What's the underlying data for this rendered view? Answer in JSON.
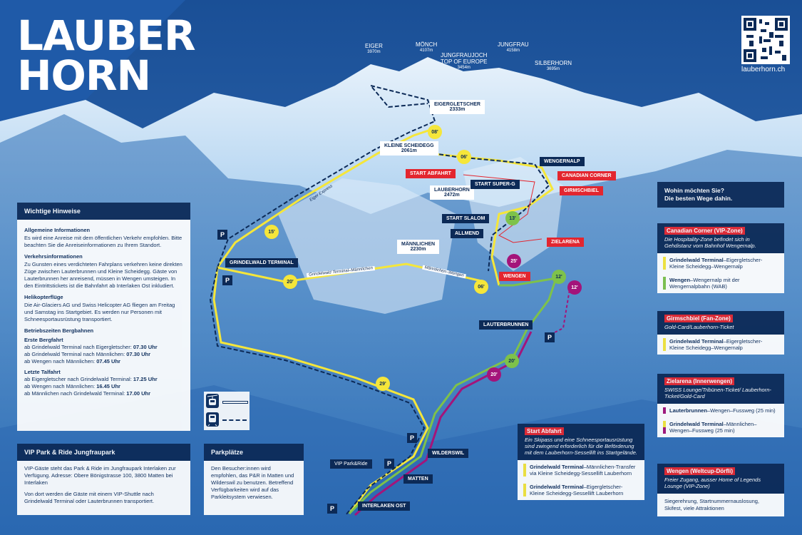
{
  "logo": {
    "line1": "LAUBER",
    "line2": "HORN"
  },
  "url": "lauberhorn.ch",
  "peaks": [
    {
      "name": "EIGER",
      "alt": "3970m"
    },
    {
      "name": "MÖNCH",
      "alt": "4107m"
    },
    {
      "name": "JUNGFRAUJOCH",
      "name2": "TOP OF EUROPE",
      "alt": "3454m"
    },
    {
      "name": "JUNGFRAU",
      "alt": "4158m"
    },
    {
      "name": "SILBERHORN",
      "alt": "3695m"
    }
  ],
  "stations": {
    "eigergletscher": "EIGERGLETSCHER",
    "eigergletscher_alt": "2333m",
    "kleine_scheidegg": "KLEINE SCHEIDEGG",
    "kleine_scheidegg_alt": "2061m",
    "lauberhorn": "LAUBERHORN",
    "lauberhorn_alt": "2472m",
    "maennlichen": "MÄNNLICHEN",
    "maennlichen_alt": "2230m",
    "wengernalp": "WENGERNALP",
    "start_superg": "START SUPER-G",
    "start_slalom": "START SLALOM",
    "allmend": "ALLMEND",
    "grindelwald": "GRINDELWALD TERMINAL",
    "lauterbrunnen": "LAUTERBRUNNEN",
    "wilderswil": "WILDERSWIL",
    "matten": "MATTEN",
    "interlaken": "INTERLAKEN OST",
    "vip_park": "VIP Park&Ride"
  },
  "red_labels": {
    "start_abfahrt": "START ABFAHRT",
    "canadian": "CANADIAN CORNER",
    "girmschbiel": "GIRMSCHBIEL",
    "zielarena": "ZIELARENA",
    "wengen": "WENGEN"
  },
  "times": [
    "08'",
    "06'",
    "15'",
    "20'",
    "06'",
    "13'",
    "12'",
    "25'",
    "12'",
    "20'",
    "20'",
    "29'"
  ],
  "route_labels": {
    "eiger_express": "Eiger Express",
    "gt_maennlichen": "Grindelwald Terminal–Männlichen",
    "maennlichen_wengen": "Männlichen–Wengen"
  },
  "parking": "P",
  "hinweise": {
    "title": "Wichtige Hinweise",
    "s1_title": "Allgemeine Informationen",
    "s1_text": "Es wird eine Anreise mit dem öffentlichen Verkehr empfohlen. Bitte beachten Sie die Anreiseinformationen zu Ihrem Standort.",
    "s2_title": "Verkehrsinformationen",
    "s2_text": "Zu Gunsten eines verdichteten Fahrplans verkehren keine direkten Züge zwischen Lauterbrunnen und Kleine Scheidegg. Gäste von Lauterbrunnen her anreisend, müssen in Wengen umsteigen. In den Eintrittstickets ist die Bahnfahrt ab Interlaken Ost inkludiert.",
    "s3_title": "Helikopterflüge",
    "s3_text": "Die Air-Glaciers AG und Swiss Helicopter AG fliegen am Freitag und Samstag ins Startgebiet. Es werden nur Personen mit Schneesportausrüstung transportiert.",
    "s4_title": "Betriebszeiten Bergbahnen",
    "s4_sub1": "Erste Bergfahrt",
    "s4_l1": "ab Grindelwald Terminal nach Eigergletscher: ",
    "s4_l1b": "07.30 Uhr",
    "s4_l2": "ab Grindelwald Terminal nach Männlichen: ",
    "s4_l2b": "07.30 Uhr",
    "s4_l3": "ab Wengen nach Männlichen: ",
    "s4_l3b": "07.45 Uhr",
    "s4_sub2": "Letzte Talfahrt",
    "s4_l4": "ab Eigergletscher nach Grindelwald Terminal: ",
    "s4_l4b": "17.25 Uhr",
    "s4_l5": "ab Wengen nach Männlichen: ",
    "s4_l5b": "16.45 Uhr",
    "s4_l6": "ab Männlichen nach Grindelwald Terminal: ",
    "s4_l6b": "17.00 Uhr"
  },
  "vip": {
    "title": "VIP Park & Ride Jungfraupark",
    "p1": "VIP-Gäste steht das Park & Ride im Jungfraupark Interlaken zur Verfügung. Adresse: Obere Bönigstrasse 100, 3800 Matten bei Interlaken",
    "p2": "Von dort werden die Gäste mit einem VIP-Shuttle nach Grindelwald Terminal oder Lauterbrunnen transportiert."
  },
  "parkplaetze": {
    "title": "Parkplätze",
    "text": "Den Besucher:innen wird empfohlen, das P&R in Matten und Wilderswil zu benutzen. Betreffend Verfügbarkeiten wird auf das Parkleitsystem verwiesen."
  },
  "start_abfahrt": {
    "title": "Start Abfahrt",
    "sub": "Ein Skipass und eine Schneesportausrüstung sind zwingend erforderlich für die Beförderung mit dem Lauberhorn-Sessellift ins Startgelände.",
    "i1b": "Grindelwald Terminal",
    "i1": "–Männlichen-Transfer via Kleine Scheidegg-Sessellift Lauberhorn",
    "i2b": "Grindelwald Terminal",
    "i2": "–Eigergletscher-Kleine Scheidegg-Sessellift Lauberhorn"
  },
  "wohin": {
    "title": "Wohin möchten Sie?",
    "title2": "Die besten Wege dahin."
  },
  "canadian": {
    "title": "Canadian Corner (VIP-Zone)",
    "sub": "Die Hospitality-Zone befindet sich in Gehdistanz vom Bahnhof Wengernalp.",
    "i1b": "Grindelwald Terminal",
    "i1": "–Eigergletscher-Kleine Scheidegg–Wengernalp",
    "i2b": "Wengen",
    "i2": "–Wengernalp mit der Wengernalpbahn (WAB)"
  },
  "girmschbiel": {
    "title": "Girmschbiel (Fan-Zone)",
    "sub": "Gold-Card/Lauberhorn-Ticket",
    "i1b": "Grindelwald Terminal",
    "i1": "–Eigergletscher-Kleine Scheidegg–Wengernalp"
  },
  "zielarena": {
    "title": "Zielarena (Innerwengen)",
    "sub": "SWISS Lounge/Tribünen-Ticket/ Lauberhorn-Ticket/Gold-Card",
    "i1b": "Lauterbrunnen",
    "i1": "–Wengen–Fussweg (25 min)",
    "i2b": "Grindelwald Terminal",
    "i2": "–Männlichen–Wengen–Fussweg (25 min)"
  },
  "wengen": {
    "title": "Wengen (Weltcup-Dörfli)",
    "sub": "Freier Zugang, ausser Home of Legends Lounge (VIP-Zone)",
    "text": "Siegerehrung, Startnummernauslosung, Skifest, viele Attraktionen"
  },
  "colors": {
    "navy": "#0c2a57",
    "red": "#e3262f",
    "yellow": "#f5e63a",
    "green": "#7ec24a",
    "purple": "#a4147a"
  }
}
